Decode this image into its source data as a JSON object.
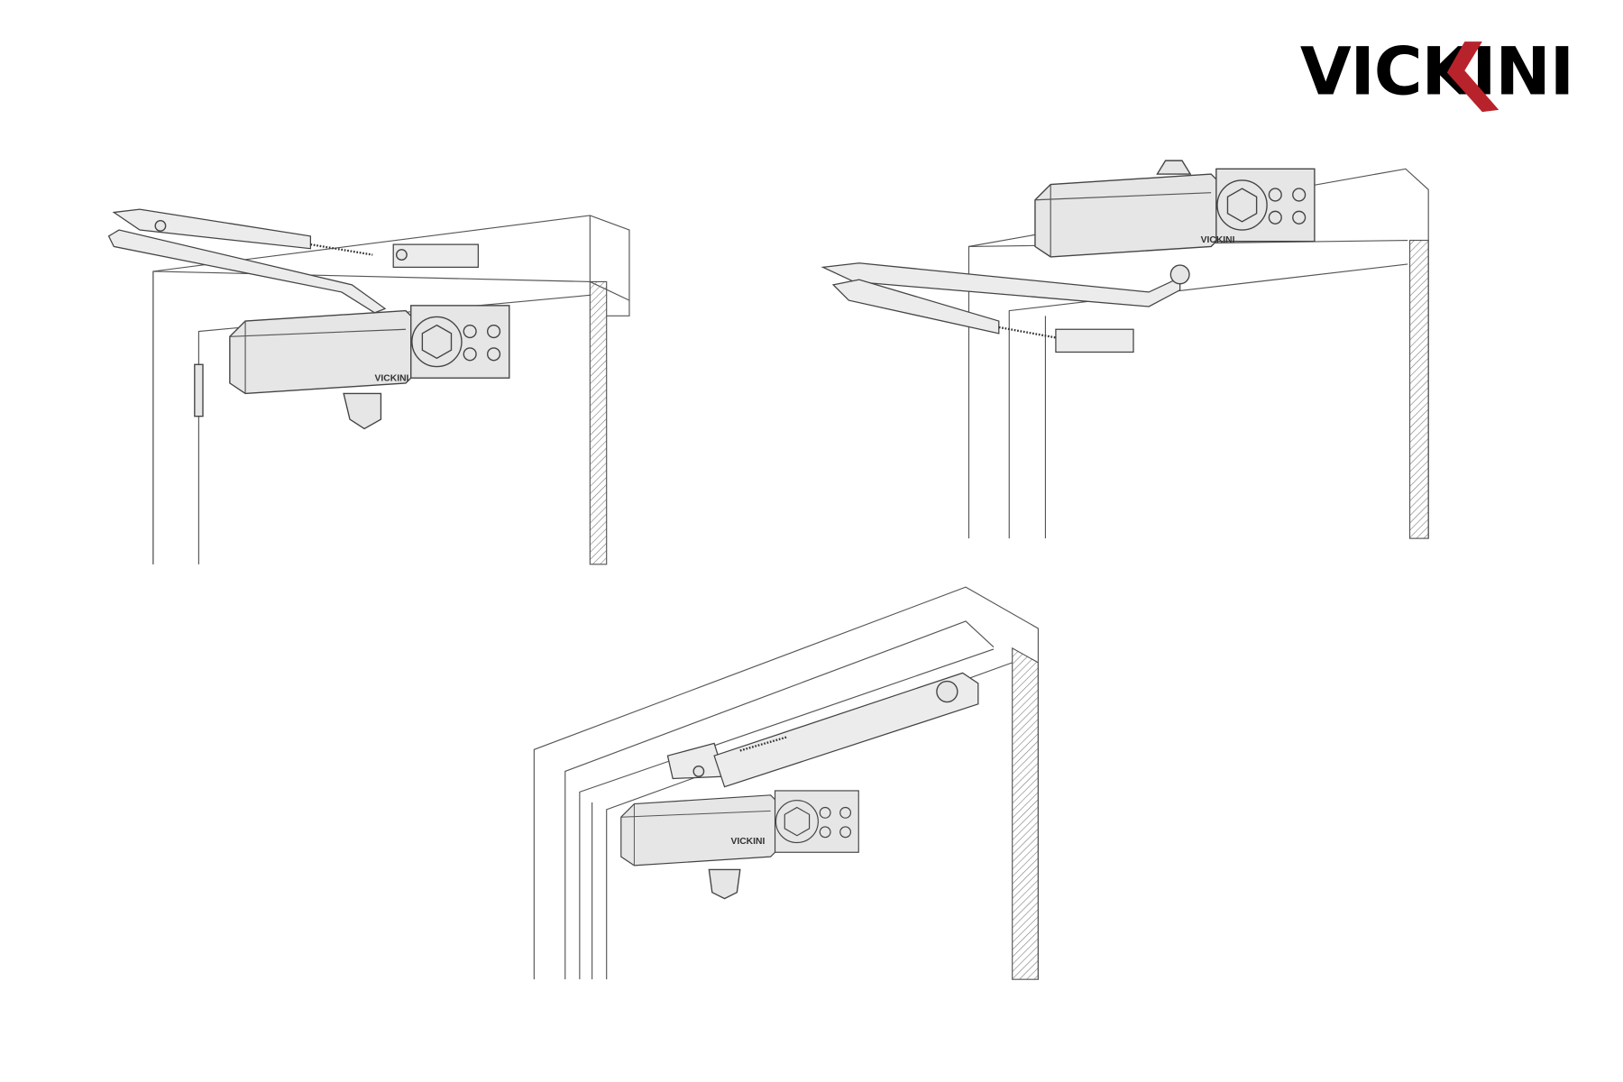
{
  "logo": {
    "text": "VICKINI",
    "colors": {
      "primary": "#000000",
      "accent": "#b8232b"
    }
  },
  "illustrations": [
    {
      "label": "brand",
      "text": "VICKINI"
    },
    {
      "label": "brand",
      "text": "VICKINI"
    },
    {
      "label": "brand",
      "text": "VICKINI"
    }
  ]
}
